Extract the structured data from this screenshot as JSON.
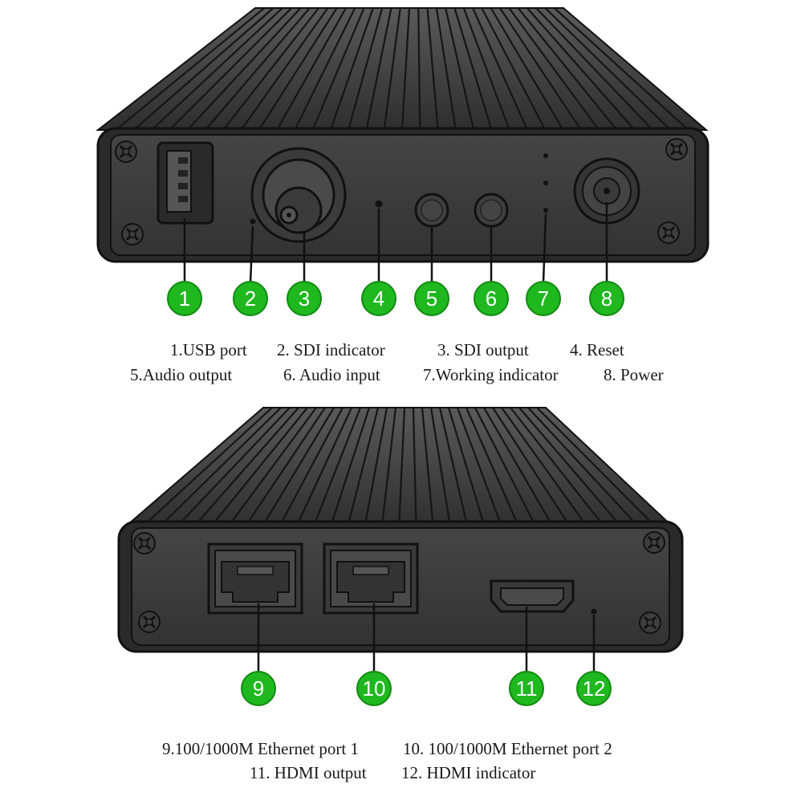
{
  "colors": {
    "badge": "#1fb81f",
    "badge_edge": "#128a12",
    "case_dark": "#2b2b2b",
    "case_mid": "#4a4a4a",
    "panel": "#3a3a3a",
    "line": "#111111"
  },
  "top_device": {
    "callouts": [
      "1",
      "2",
      "3",
      "4",
      "5",
      "6",
      "7",
      "8"
    ],
    "legend_row1": [
      "1.USB port",
      "2. SDI indicator",
      "3. SDI output",
      "4. Reset"
    ],
    "legend_row2": [
      "5.Audio output",
      "6. Audio input",
      "7.Working indicator",
      "8. Power"
    ]
  },
  "bottom_device": {
    "callouts": [
      "9",
      "10",
      "11",
      "12"
    ],
    "legend_row1": [
      "9.100/1000M Ethernet port 1",
      "10. 100/1000M Ethernet port 2"
    ],
    "legend_row2": [
      "11. HDMI output",
      "12. HDMI indicator"
    ]
  },
  "icons": [
    "screw-icon",
    "usb-port-icon",
    "bnc-connector-icon",
    "led-icon",
    "audio-jack-icon",
    "power-jack-icon",
    "rj45-port-icon",
    "hdmi-port-icon"
  ]
}
